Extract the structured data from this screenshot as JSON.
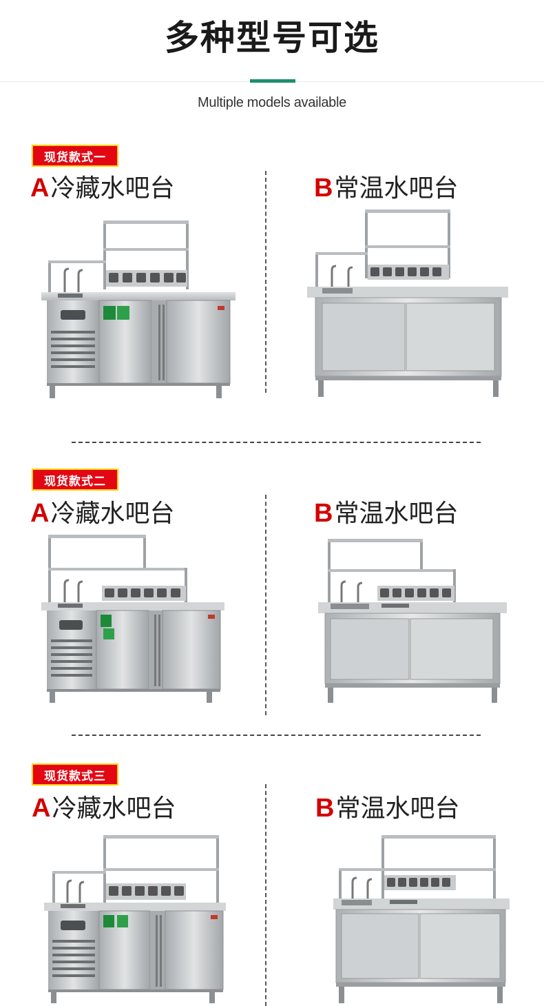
{
  "header": {
    "title": "多种型号可选",
    "subtitle": "Multiple models available",
    "accent_color": "#1f8f6e"
  },
  "sections": [
    {
      "badge": "现货款式一",
      "left": {
        "letter": "A",
        "name": "冷藏水吧台",
        "type": "refrigerated"
      },
      "right": {
        "letter": "B",
        "name": "常温水吧台",
        "type": "ambient"
      }
    },
    {
      "badge": "现货款式二",
      "left": {
        "letter": "A",
        "name": "冷藏水吧台",
        "type": "refrigerated"
      },
      "right": {
        "letter": "B",
        "name": "常温水吧台",
        "type": "ambient"
      }
    },
    {
      "badge": "现货款式三",
      "left": {
        "letter": "A",
        "name": "冷藏水吧台",
        "type": "refrigerated"
      },
      "right": {
        "letter": "B",
        "name": "常温水吧台",
        "type": "ambient"
      }
    }
  ],
  "colors": {
    "badge_bg": "#e30613",
    "badge_border": "#ffd200",
    "letter": "#d40000",
    "steel": "#c9ccce"
  }
}
